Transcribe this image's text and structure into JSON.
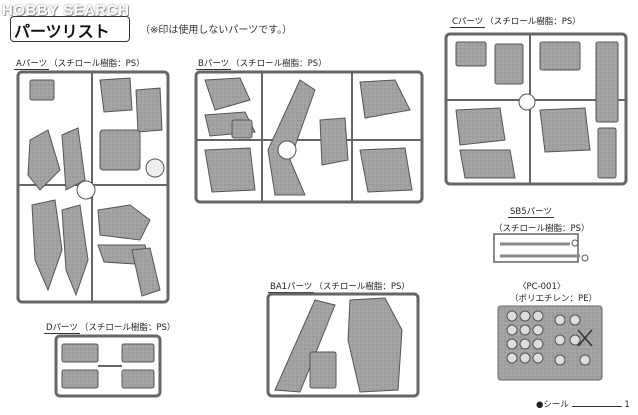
{
  "watermark": "HOBBY SEARCH",
  "heading": {
    "title": "パーツリスト",
    "note": "（※印は使用しないパーツです。）"
  },
  "sections": {
    "a": {
      "tag": "Aパーツ",
      "material": "（スチロール樹脂：PS）"
    },
    "b": {
      "tag": "Bパーツ",
      "material": "（スチロール樹脂：PS）"
    },
    "c": {
      "tag": "Cパーツ",
      "material": "（スチロール樹脂：PS）"
    },
    "sb5": {
      "tag": "SB5パーツ",
      "material": "（スチロール樹脂：PS）"
    },
    "pc": {
      "tag": "〈PC-001〉",
      "material": "（ポリエチレン：PE）"
    },
    "ba1": {
      "tag": "BA1パーツ",
      "material": "（スチロール樹脂：PS）"
    },
    "d": {
      "tag": "Dパーツ",
      "material": "（スチロール樹脂：PS）"
    }
  },
  "footer": {
    "label": "●シール",
    "value": "1"
  }
}
